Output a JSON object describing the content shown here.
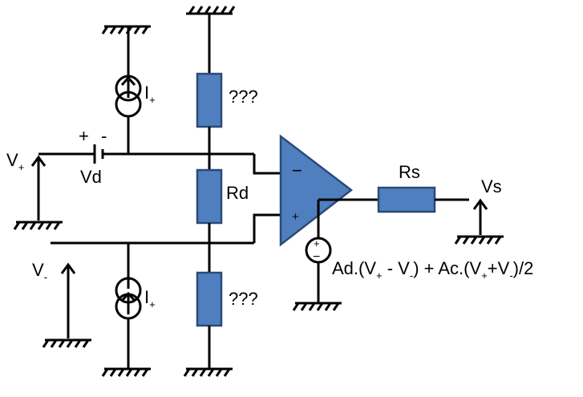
{
  "colors": {
    "component_fill": "#4f7fbf",
    "component_stroke": "#2a4a78",
    "wire": "#000000"
  },
  "labels": {
    "vplus_main": "V",
    "vplus_sub": "+",
    "vminus_main": "V",
    "vminus_sub": "-",
    "vd": "Vd",
    "vd_plus": "+",
    "vd_minus": "-",
    "i_top_main": "I",
    "i_top_sub": "+",
    "i_bottom_main": "I",
    "i_bottom_sub": "+",
    "r_top": "???",
    "r_d": "Rd",
    "r_bottom": "???",
    "opamp_minus": "−",
    "opamp_plus": "+",
    "r_s": "Rs",
    "v_s": "Vs",
    "source_plus": "+",
    "source_minus": "−"
  },
  "formula": {
    "p1": "Ad.(V",
    "s1": "+",
    "p2": " - V",
    "s2": "-",
    "p3": ") + Ac.(V",
    "s3": "+",
    "p4": "+V",
    "s4": "-",
    "p5": ")/2"
  },
  "icons": [
    "ground-icon",
    "current-source-icon",
    "battery-icon",
    "resistor-icon",
    "opamp-icon",
    "voltage-source-icon",
    "arrow-icon"
  ]
}
